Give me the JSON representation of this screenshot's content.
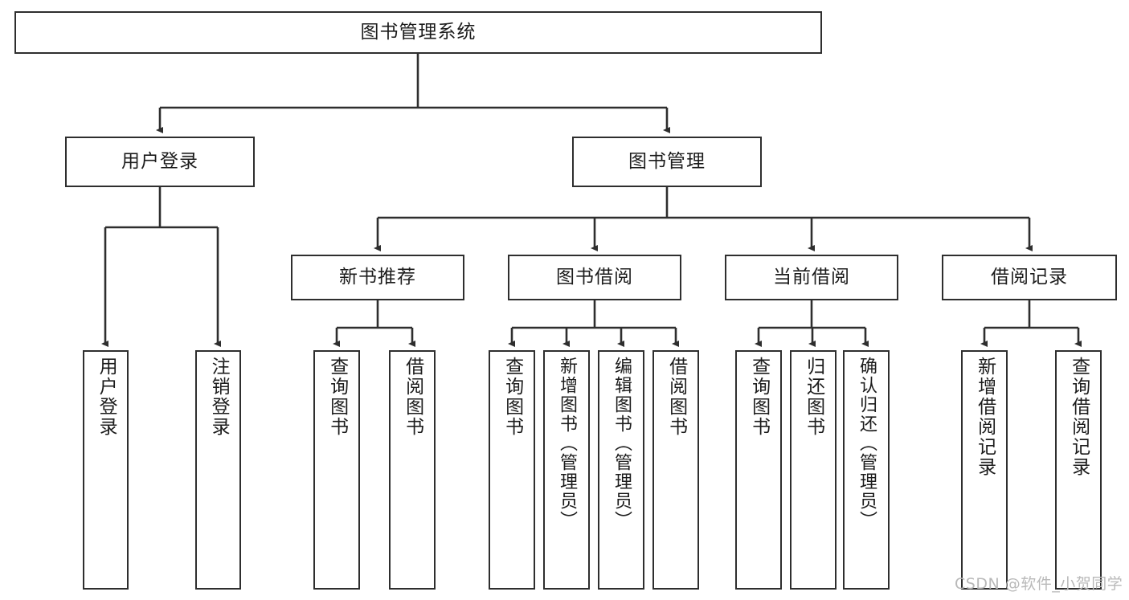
{
  "diagram": {
    "title": "图书管理系统",
    "type": "tree-hierarchy",
    "watermark": "CSDN @软件_小贺同学",
    "colors": {
      "box_border": "#2e2e2e",
      "box_fill": "#ffffff",
      "edge": "#2e2e2e",
      "text": "#1c1c1c",
      "watermark": "#b9b9b9"
    }
  },
  "nodes": {
    "root": {
      "label": "图书管理系统",
      "level": 1
    },
    "level2": [
      {
        "id": "user-login",
        "label": "用户登录"
      },
      {
        "id": "book-manage",
        "label": "图书管理"
      }
    ],
    "level3": [
      {
        "id": "new-book-recommend",
        "label": "新书推荐"
      },
      {
        "id": "book-borrow",
        "label": "图书借阅"
      },
      {
        "id": "current-borrow",
        "label": "当前借阅"
      },
      {
        "id": "borrow-record",
        "label": "借阅记录"
      }
    ],
    "leaves": {
      "user_login": [
        {
          "id": "leaf-user-login",
          "label": "用户登录"
        },
        {
          "id": "leaf-logout-login",
          "label": "注销登录"
        }
      ],
      "new_book_recommend": [
        {
          "id": "leaf-query-book-1",
          "label": "查询图书"
        },
        {
          "id": "leaf-borrow-book-1",
          "label": "借阅图书"
        }
      ],
      "book_borrow": [
        {
          "id": "leaf-query-book-2",
          "label": "查询图书"
        },
        {
          "id": "leaf-add-book",
          "label": "新增图书（管理员）"
        },
        {
          "id": "leaf-edit-book",
          "label": "编辑图书（管理员）"
        },
        {
          "id": "leaf-borrow-book-2",
          "label": "借阅图书"
        }
      ],
      "current_borrow": [
        {
          "id": "leaf-query-book-3",
          "label": "查询图书"
        },
        {
          "id": "leaf-return-book",
          "label": "归还图书"
        },
        {
          "id": "leaf-confirm-return",
          "label": "确认归还（管理员）"
        }
      ],
      "borrow_record": [
        {
          "id": "leaf-add-borrow-record",
          "label": "新增借阅记录"
        },
        {
          "id": "leaf-query-borrow-record",
          "label": "查询借阅记录"
        }
      ]
    }
  }
}
